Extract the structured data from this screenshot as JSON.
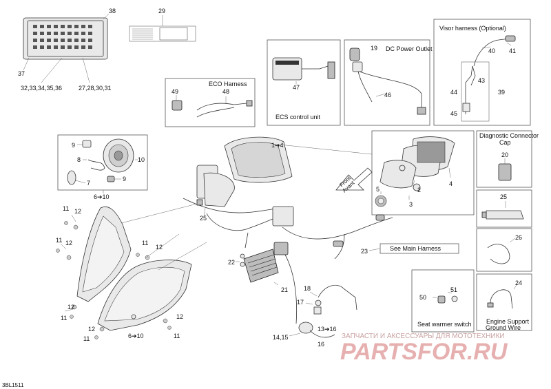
{
  "diagram": {
    "callouts": {
      "c1_4": "1➔4",
      "c2": "2",
      "c3": "3",
      "c4": "4",
      "c5": "5",
      "c6_10_a": "6➔10",
      "c6_10_b": "6➔10",
      "c7": "7",
      "c8": "8",
      "c9_a": "9",
      "c9_b": "9",
      "c10": "10",
      "c11_a": "11",
      "c11_b": "11",
      "c11_c": "11",
      "c11_d": "11",
      "c11_e": "11",
      "c11_f": "11",
      "c12_a": "12",
      "c12_b": "12",
      "c12_c": "12",
      "c12_d": "12",
      "c12_e": "12",
      "c12_f": "12",
      "c13_16": "13➔16",
      "c14_15": "14,15",
      "c16": "16",
      "c17": "17",
      "c18": "18",
      "c20": "20",
      "c21": "21",
      "c22": "22",
      "c23": "23",
      "c24": "24",
      "c25_a": "25",
      "c25_b": "25",
      "c26": "26",
      "c29": "29",
      "c37": "37",
      "c38": "38",
      "c32_36": "32,33,34,35,36",
      "c27_31": "27,28,30,31",
      "c47": "47",
      "c48": "48",
      "c49": "49",
      "c19": "19",
      "c46": "46",
      "c40": "40",
      "c41": "41",
      "c39": "39",
      "c43": "43",
      "c44": "44",
      "c45": "45",
      "c50": "50",
      "c51": "51"
    },
    "titles": {
      "eco_harness": "ECO Harness",
      "ecs_unit": "ECS control unit",
      "dc_power": "DC Power Outlet",
      "visor_harness": "Visor harness (Optional)",
      "diag_cap_1": "Diagnostic Connector",
      "diag_cap_2": "Cap",
      "see_main": "See Main Harness",
      "seat_warmer": "Seat warmer switch",
      "engine_support_1": "Engine Support",
      "engine_support_2": "Ground Wire",
      "front_1": "Front",
      "front_2": "Avant"
    },
    "drawing_code": "3BL1511",
    "watermark": {
      "line1": "ЗАПЧАСТИ И АКСЕССУАРЫ ДЛЯ МОТОТЕХНИКИ",
      "line2": "PARTSFOR.RU"
    }
  }
}
